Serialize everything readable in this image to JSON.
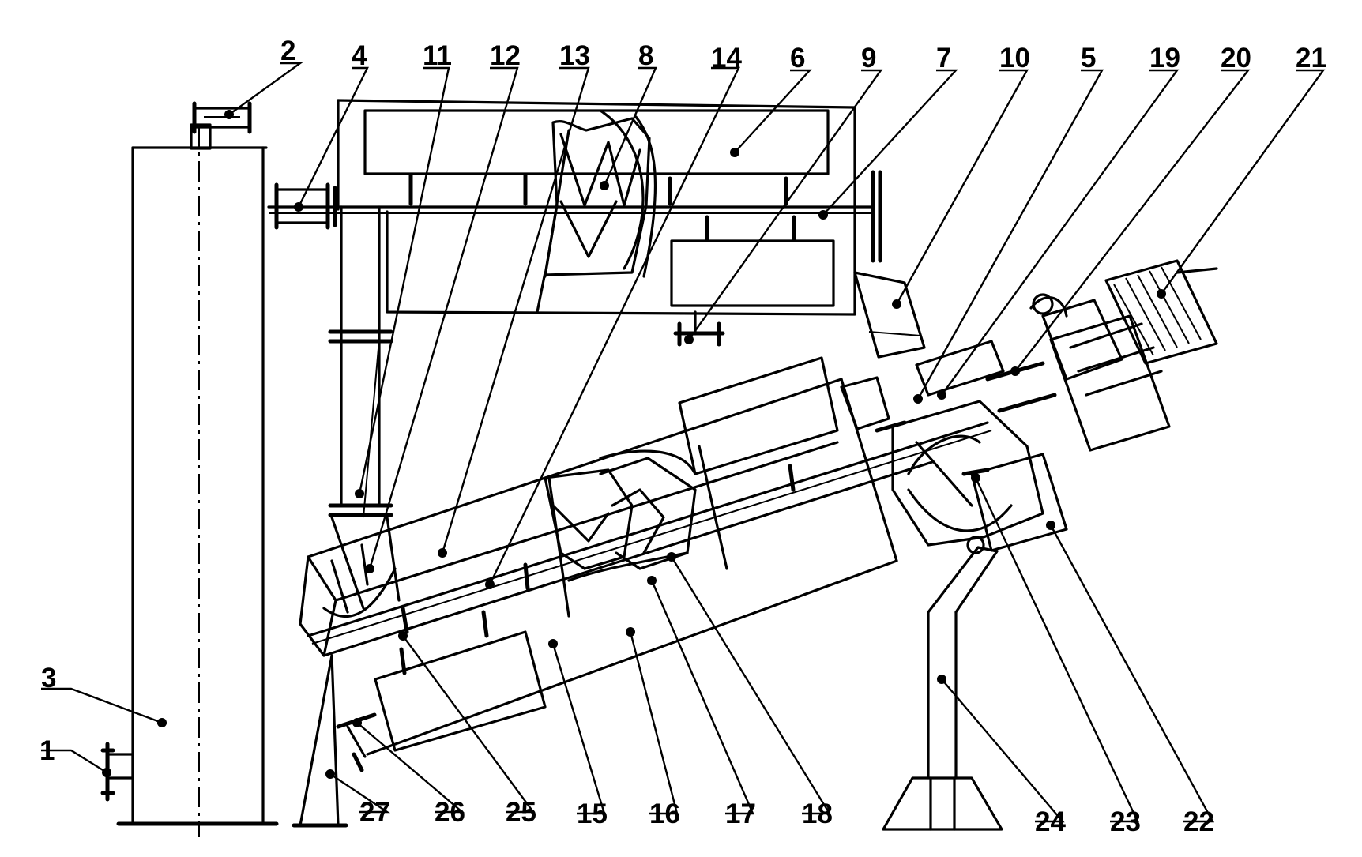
{
  "labels": [
    {
      "id": "1",
      "text": "1"
    },
    {
      "id": "2",
      "text": "2"
    },
    {
      "id": "3",
      "text": "3"
    },
    {
      "id": "4",
      "text": "4"
    },
    {
      "id": "5",
      "text": "5"
    },
    {
      "id": "6",
      "text": "6"
    },
    {
      "id": "7",
      "text": "7"
    },
    {
      "id": "8",
      "text": "8"
    },
    {
      "id": "9",
      "text": "9"
    },
    {
      "id": "10",
      "text": "10"
    },
    {
      "id": "11",
      "text": "11"
    },
    {
      "id": "12",
      "text": "12"
    },
    {
      "id": "13",
      "text": "13"
    },
    {
      "id": "14",
      "text": "14"
    },
    {
      "id": "15",
      "text": "15"
    },
    {
      "id": "16",
      "text": "16"
    },
    {
      "id": "17",
      "text": "17"
    },
    {
      "id": "18",
      "text": "18"
    },
    {
      "id": "19",
      "text": "19"
    },
    {
      "id": "20",
      "text": "20"
    },
    {
      "id": "21",
      "text": "21"
    },
    {
      "id": "22",
      "text": "22"
    },
    {
      "id": "23",
      "text": "23"
    },
    {
      "id": "24",
      "text": "24"
    },
    {
      "id": "25",
      "text": "25"
    },
    {
      "id": "26",
      "text": "26"
    },
    {
      "id": "27",
      "text": "27"
    }
  ],
  "colors": {
    "ink": "#000000",
    "paper": "#ffffff"
  }
}
